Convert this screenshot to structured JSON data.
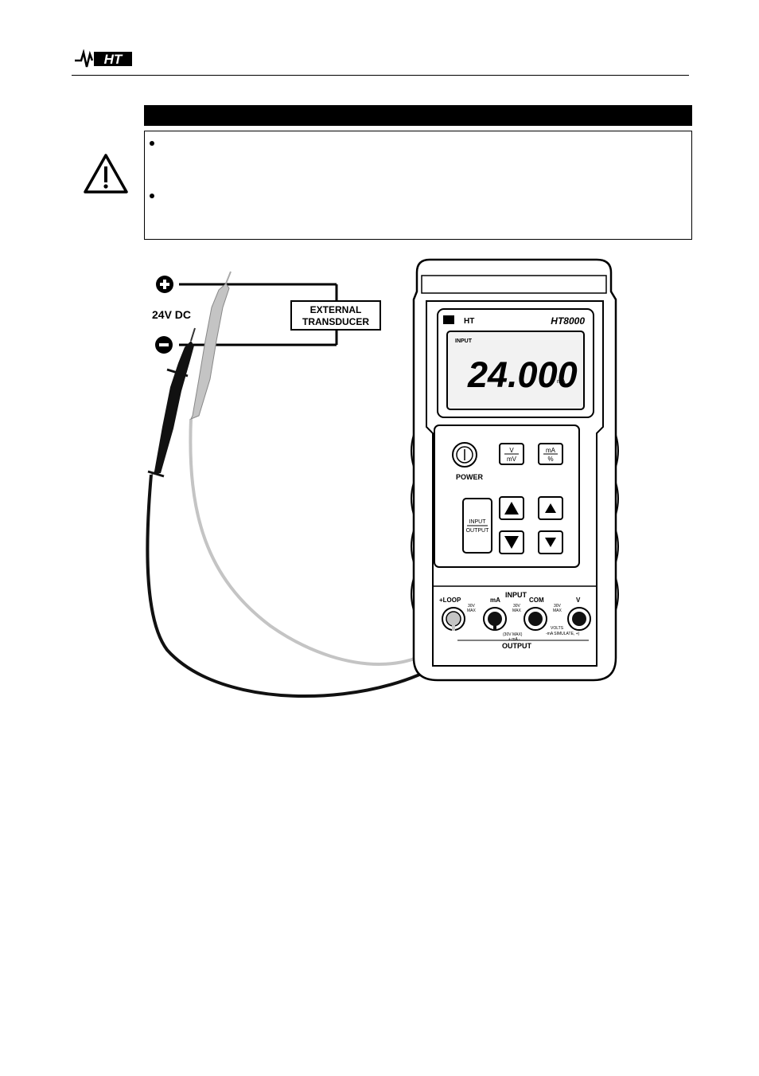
{
  "header": {
    "logo_text": "HT"
  },
  "warning": {
    "title": "",
    "bullets": [
      "",
      ""
    ]
  },
  "diagram": {
    "supply_label": "24V DC",
    "supply_plus": "+",
    "supply_minus": "−",
    "transducer_label_line1": "EXTERNAL",
    "transducer_label_line2": "TRANSDUCER",
    "meter": {
      "brand": "HT",
      "model": "HT8000",
      "display_mode": "INPUT",
      "display_value": "24.000",
      "display_unit": "mA",
      "power_label": "POWER",
      "button_v_top": "V",
      "button_v_bottom": "mV",
      "button_ma_top": "mA",
      "button_ma_bottom": "%",
      "button_io_top": "INPUT",
      "button_io_bottom": "OUTPUT",
      "terminal_input_label": "INPUT",
      "terminal_loop": "+LOOP",
      "terminal_ma": "mA",
      "terminal_com": "COM",
      "terminal_v": "V",
      "max_30v_line1": "30V",
      "max_30v_line2": "MAX",
      "note_30v_max": "(30V MAX)",
      "note_ma_polarity": "+ mA -",
      "note_volts": "VOLTS",
      "note_ma_simulate": "-mA SIMULATE, +)",
      "terminal_output_label": "OUTPUT"
    }
  },
  "colors": {
    "ink": "#000000",
    "gray_lead": "#c4c4c4",
    "lcd": "#f2f2f2"
  }
}
